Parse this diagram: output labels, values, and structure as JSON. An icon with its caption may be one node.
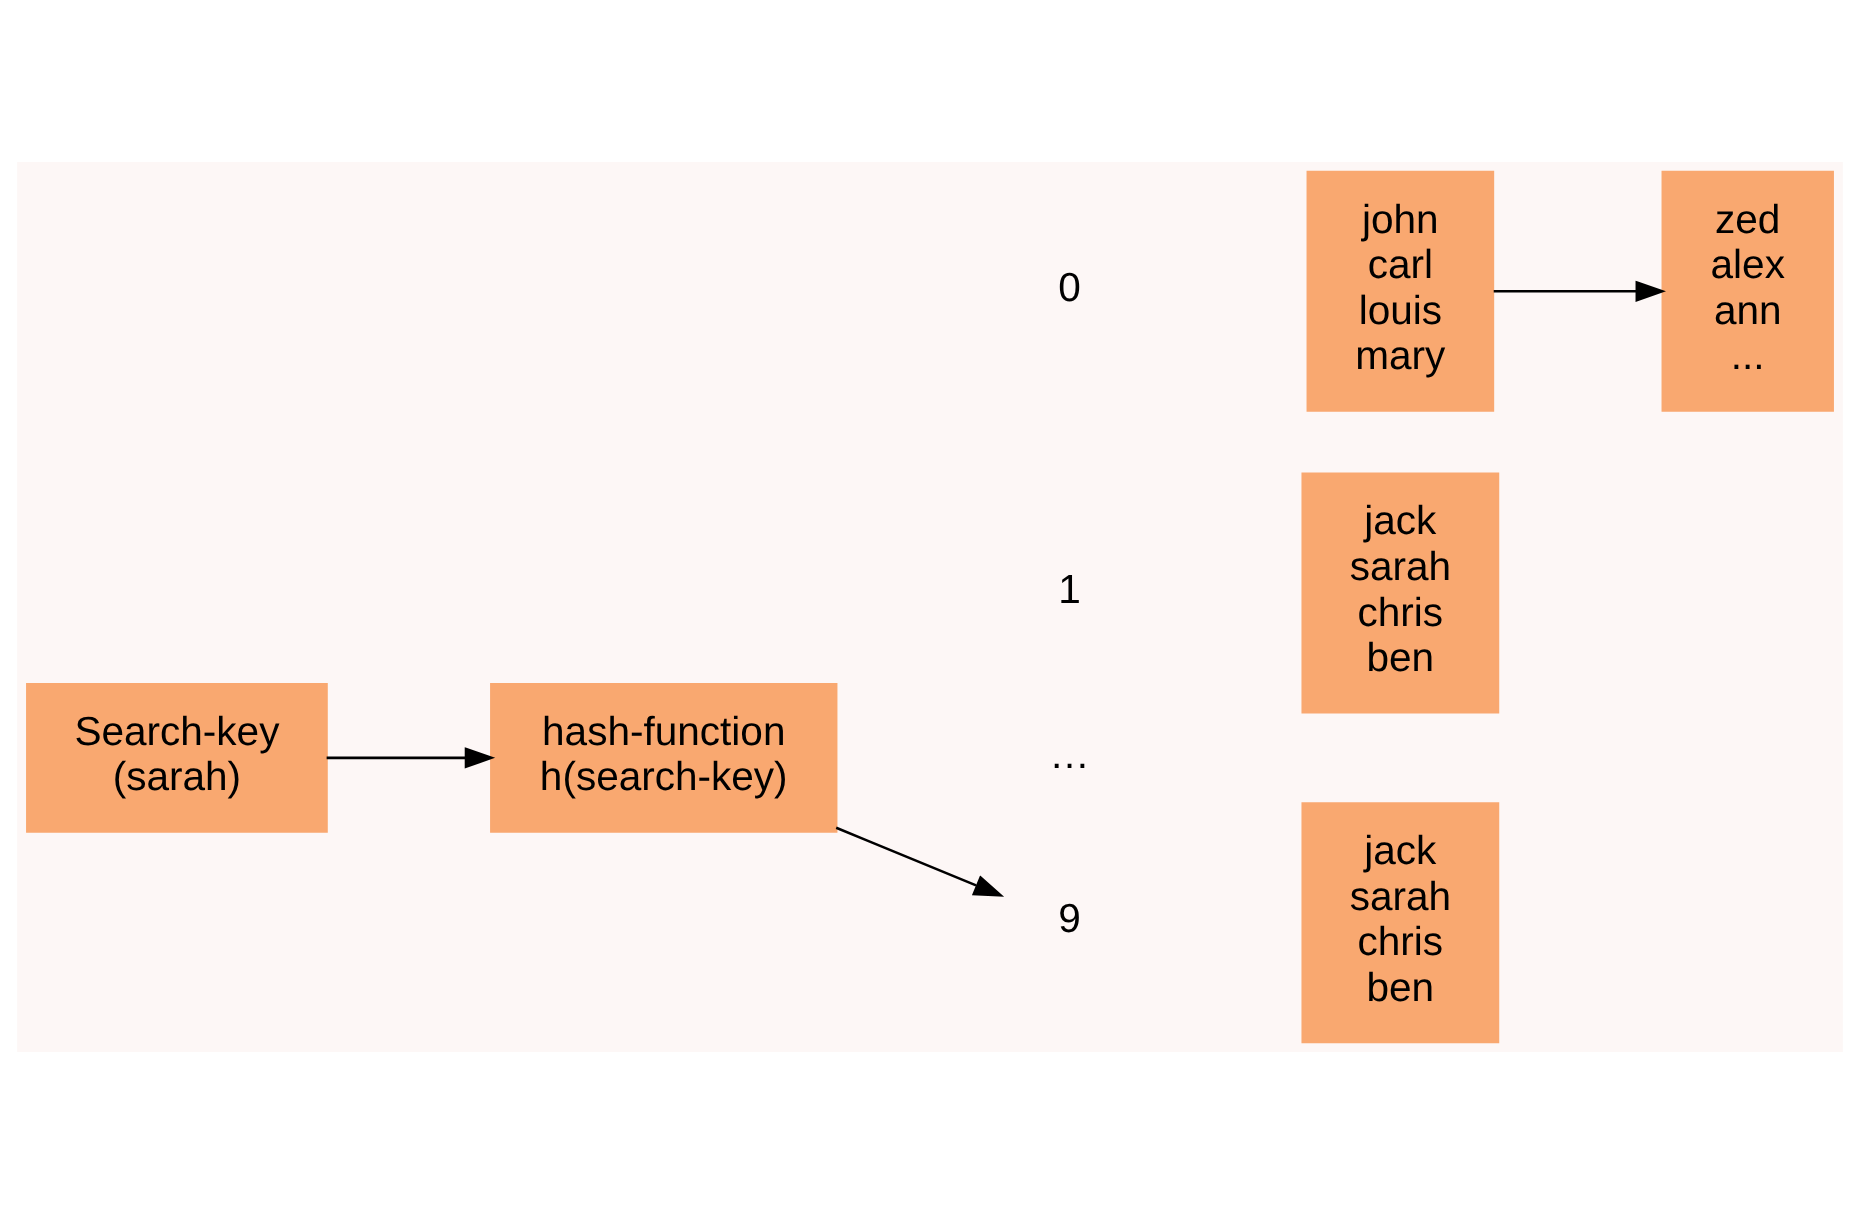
{
  "diagram": {
    "nodes": [
      {
        "text": [
          "Search-key (sarah)"
        ]
      },
      {
        "text": [
          "hash-function h(search-key)"
        ]
      },
      {
        "text": [
          "john carl louis mary"
        ]
      },
      {
        "text": [
          "zed alex ann ..."
        ]
      },
      {
        "text": [
          "jack sarah chris ben"
        ]
      },
      {
        "text": [
          "9"
        ]
      },
      {
        "text": [
          "jack sarah chris ben"
        ]
      }
    ],
    "edges": [
      {
        "from": 0,
        "to": 1,
        "arrow": "to"
      },
      {
        "from": 1,
        "to": 5,
        "arrow": "to"
      },
      {
        "from": 2,
        "to": 3,
        "arrow": "to"
      }
    ],
    "labels": [
      "0",
      "1",
      "…"
    ]
  }
}
